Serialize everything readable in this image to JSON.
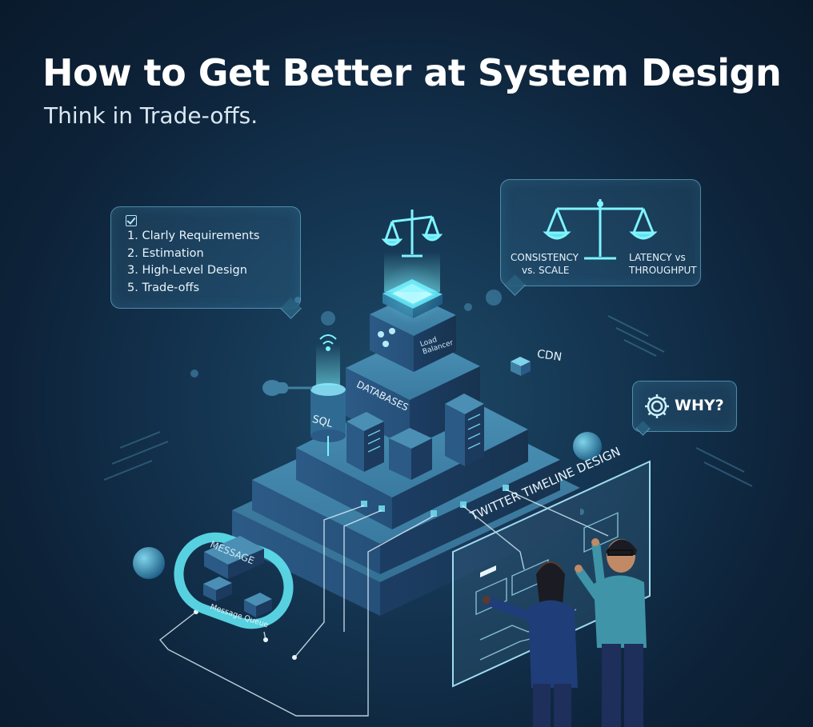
{
  "header": {
    "title": "How to Get Better at System Design",
    "subtitle": "Think in Trade-offs."
  },
  "steps_panel": {
    "items": [
      "1. Clarly Requirements",
      "2. Estimation",
      "3. High-Level Design",
      "5. Trade-offs"
    ]
  },
  "tradeoffs_panel": {
    "left_label": [
      "CONSISTENCY",
      "vs. SCALE"
    ],
    "right_label": [
      "LATENCY vs",
      "THROUGHPUT"
    ]
  },
  "why_bubble": {
    "label": "WHY?"
  },
  "diagram_labels": {
    "load_balancer": [
      "Load",
      "Balancer"
    ],
    "databases": "DATABASES",
    "sql": "SQL",
    "cdn": "CDN",
    "message": "MESSAGE",
    "message_queue": "Message Queue",
    "timeline": "TWITTER TIMELINE DESIGN"
  },
  "colors": {
    "accent": "#5fe3f0",
    "panel_border": "#78c8e6",
    "background": "#143552"
  },
  "icons": [
    "check-icon",
    "scale-icon",
    "gear-icon",
    "wifi-icon",
    "database-cylinder-icon",
    "server-rack-icon",
    "cube-icon"
  ]
}
